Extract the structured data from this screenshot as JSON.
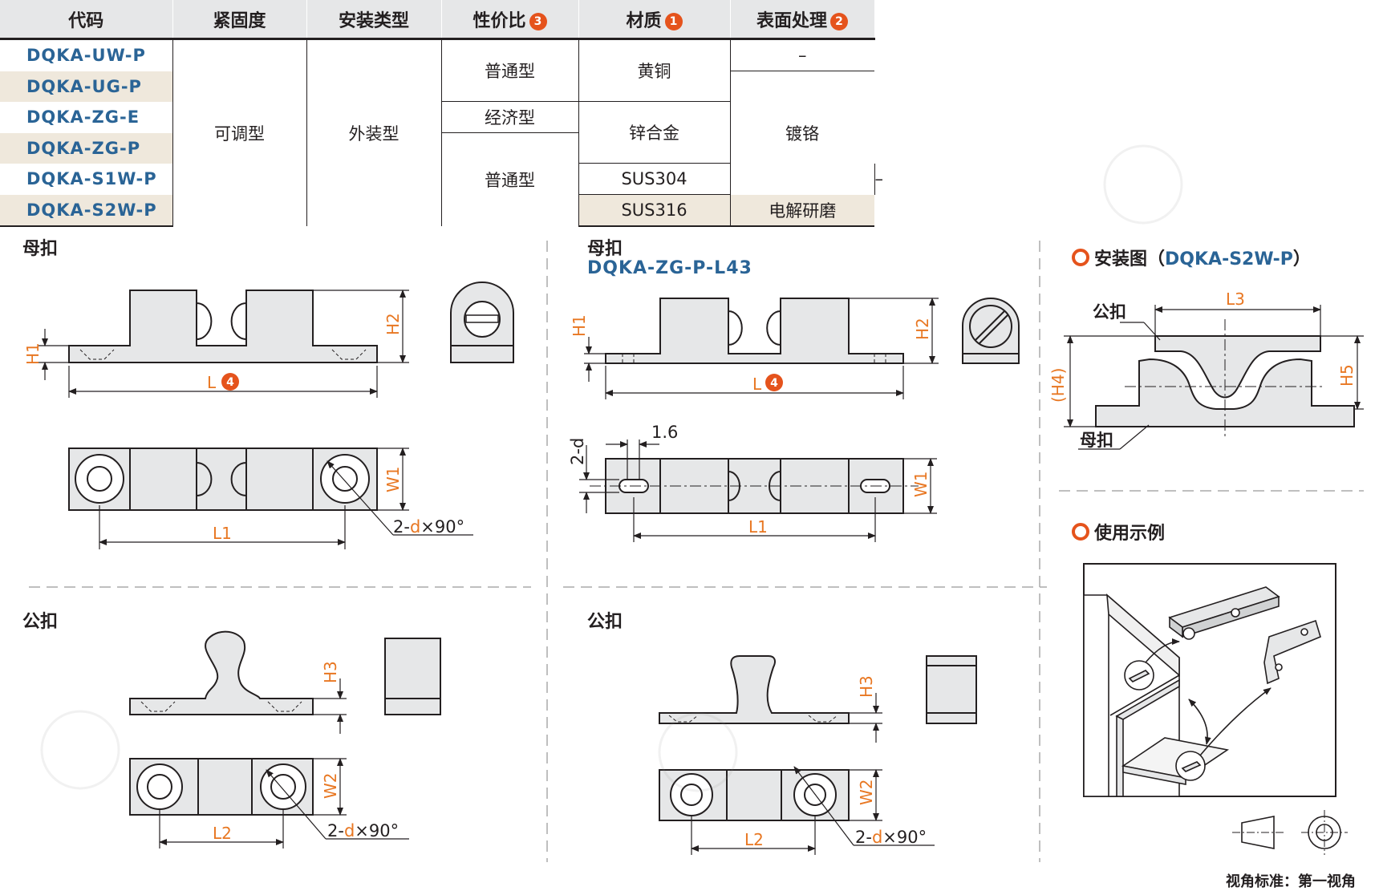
{
  "table": {
    "headers": [
      "代码",
      "紧固度",
      "安装类型",
      "性价比",
      "材质",
      "表面处理"
    ],
    "header_badges": {
      "cost": "3",
      "material": "1",
      "surface": "2"
    },
    "codes": [
      "DQKA-UW-P",
      "DQKA-UG-P",
      "DQKA-ZG-E",
      "DQKA-ZG-P",
      "DQKA-S1W-P",
      "DQKA-S2W-P"
    ],
    "tightness": "可调型",
    "install_type": "外装型",
    "cost": {
      "normal": "普通型",
      "economy": "经济型"
    },
    "material": {
      "brass": "黄铜",
      "zinc": "锌合金",
      "sus304": "SUS304",
      "sus316": "SUS316"
    },
    "surface": {
      "none": "–",
      "chrome": "镀铬",
      "electropolish": "电解研磨"
    }
  },
  "sections": {
    "female_left": "母扣",
    "female_right": "母扣",
    "female_right_code": "DQKA-ZG-P-L43",
    "male_left": "公扣",
    "male_right": "公扣",
    "install_title": "安装图",
    "install_code_open": "（",
    "install_code": "DQKA-S2W-P",
    "install_code_close": "）",
    "usage_title": "使用示例",
    "view_standard": "视角标准：第一视角"
  },
  "dims": {
    "H1": "H1",
    "H2": "H2",
    "H3": "H3",
    "H4": "(H4)",
    "H5": "H5",
    "L": "L",
    "L_badge": "4",
    "L1": "L1",
    "L2": "L2",
    "L3": "L3",
    "W1": "W1",
    "W2": "W2",
    "countersink_prefix": "2-",
    "countersink_d": "d",
    "countersink_suffix": "×90°",
    "slot_d": "2-d",
    "slot_width": "1.6",
    "install_male": "公扣",
    "install_female": "母扣"
  },
  "colors": {
    "accent": "#e5531c",
    "dim": "#e87722",
    "code_blue": "#2a6496",
    "shade": "#efe8dc",
    "header_bg": "#e6e7e8"
  }
}
